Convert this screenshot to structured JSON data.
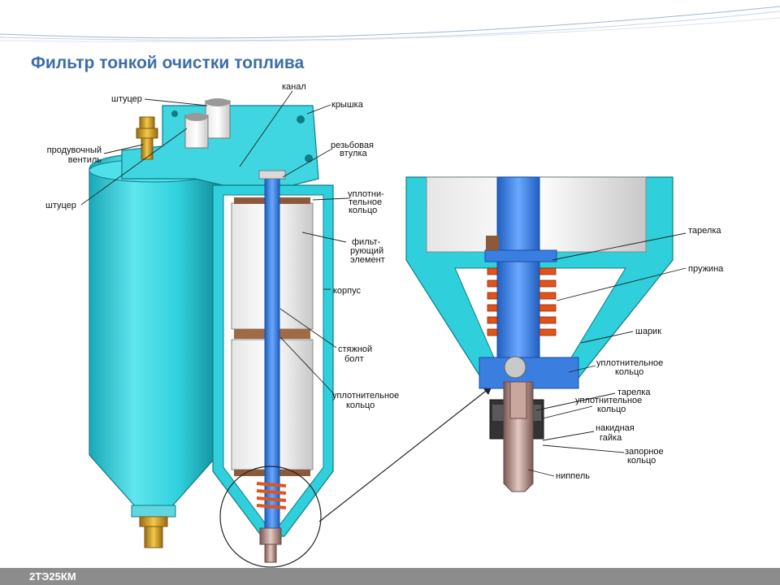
{
  "slide": {
    "title": "Фильтр тонкой очистки топлива",
    "footer": "2ТЭ25КМ"
  },
  "labels": {
    "kanal": "канал",
    "shtutser_top": "штуцер",
    "kryshka": "крышка",
    "produv_1": "продувочный",
    "produv_2": "вентиль",
    "rezb_1": "резьбовая",
    "rezb_2": "втулка",
    "shtutser_left": "штуцер",
    "uplot1_1": "уплотни-",
    "uplot1_2": "тельное",
    "uplot1_3": "кольцо",
    "filtr_1": "фильт-",
    "filtr_2": "рующий",
    "filtr_3": "элемент",
    "korpus": "корпус",
    "bolt_1": "стяжной",
    "bolt_2": "болт",
    "uplot2_1": "уплотнительное",
    "uplot2_2": "кольцо",
    "tarelka1": "тарелка",
    "pruzhina": "пружина",
    "sharik": "шарик",
    "uplot3_1": "уплотнительное",
    "uplot3_2": "кольцо",
    "tarelka2": "тарелка",
    "uplot4_1": "уплотнительное",
    "uplot4_2": "кольцо",
    "gaika_1": "накидная",
    "gaika_2": "гайка",
    "zapor_1": "запорное",
    "zapor_2": "кольцо",
    "nippel": "ниппель"
  },
  "colors": {
    "title": "#3b6ea8",
    "body_cyan": "#2fd0dc",
    "body_dark": "#1aa9b8",
    "rod_blue": "#3a7fe0",
    "spring": "#e0541c",
    "brass": "#d9a72b",
    "footer": "#8c8c8c"
  }
}
